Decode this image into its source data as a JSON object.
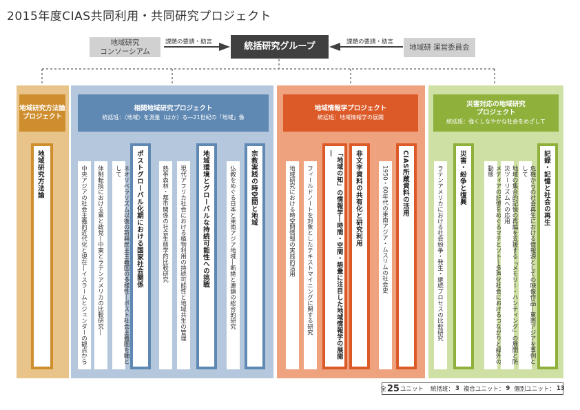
{
  "title": "2015年度CIAS共同利用・共同研究プロジェクト",
  "top": {
    "left_box": "地域研究\nコンソーシアム",
    "center_box": "統括研究グループ",
    "right_box": "地域研 運営委員会",
    "left_arrow_label": "課題の要請・助言",
    "right_arrow_label": "課題の要請・助言"
  },
  "columns": {
    "methods": {
      "title": "地域研究方法論\nプロジェクト",
      "unit": "地域研究方法論"
    },
    "related": {
      "title": "相関地域研究プロジェクト",
      "subtitle": "統括班：〈地域〉を測量（はか）る―21世紀の「地域」像",
      "groups": [
        {
          "unit": "ポストグローバル化期における国家社会関係",
          "items": [
            "中央アジアの社会主義的近代化と現在―イスラームとジェンダーの観点から",
            "体制転換における軍と政党―中東とラテンアメリカの比較研究―",
            "ネオリベラリズム以後の新興民主主義国の多様性―ポスト社会主義圏を軸として"
          ]
        },
        {
          "unit": "地域環境とグローバルな持続可能性への挑戦",
          "items": [
            "熱帯森林・都市関係の社会生態学的比較研究",
            "現代アフリカ社会における植物利用の持続可能性と地域共生の管理"
          ]
        },
        {
          "unit": "宗教実践の時空間と地域",
          "items": [
            "仏教をめぐる日本と東南アジア地域―断絶と連鎖の総合的研究"
          ]
        }
      ]
    },
    "info": {
      "title": "地域情報学プロジェクト",
      "subtitle": "統括班：地域情報学の展開",
      "groups": [
        {
          "unit": "「地域の知」の情報学―時間・空間・語彙に注目した地域情報学の展開―",
          "items": [
            "地域研究における時空間情報の実践的活用",
            "フィールドノートを対象としたテキストマイニングに関する研究"
          ]
        },
        {
          "unit": "非文字資料の共有化と研究利用",
          "items": []
        },
        {
          "unit": "CIAS所蔵資料の活用",
          "items": [
            "1950・60年代の東南アジア・ムスリムの社会史"
          ]
        }
      ]
    },
    "disaster": {
      "title": "災害対応の地域研究\nプロジェクト",
      "subtitle": "統括班：強くしなやかな社会をめざして",
      "groups": [
        {
          "unit": "災害・紛争と復興",
          "items": [
            "ラテンアメリカにおける社会紛争・発生・継続プロセスの比較研究"
          ]
        },
        {
          "unit": "記録・記憶と社会の再生",
          "items": [
            "メディアの記憶をめぐるマチとソト―多声化社会におけるつながりと緑外の動態",
            "地域の集合的記憶の再編を支援する「メモリー・ハンティング」の展開と防災ツーリズムへの応用",
            "危機からの社会再生における情報源としての映像作品―東南アジアを事例として"
          ]
        }
      ]
    }
  },
  "footer": {
    "total_prefix": "全",
    "total_number": "25",
    "total_suffix": "ユニット",
    "central_label": "統括班：",
    "central_value": "3",
    "composite_label": "複合ユニット：",
    "composite_value": "9",
    "individual_label": "個別ユニット：",
    "individual_value": "13"
  },
  "colors": {
    "methods_bg": "#e9c48a",
    "methods_accent": "#cf8e2e",
    "related_bg": "#b4c7dd",
    "related_accent": "#5f88b3",
    "info_bg": "#eea27d",
    "info_accent": "#dc5a28",
    "disaster_bg": "#cfe0a4",
    "disaster_accent": "#8fb13b",
    "center_box": "#404040",
    "side_box": "#d1d1d1"
  }
}
